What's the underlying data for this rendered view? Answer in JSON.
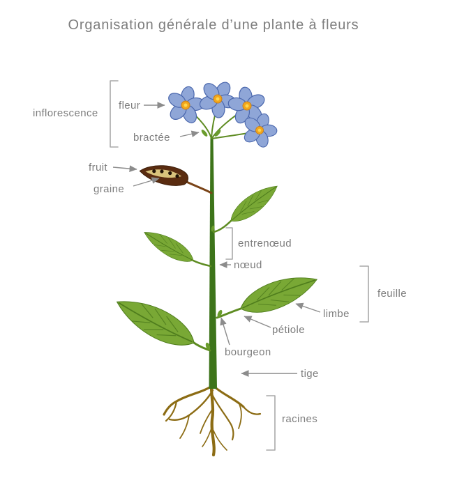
{
  "title": "Organisation générale d’une plante à fleurs",
  "labels": {
    "inflorescence": "inflorescence",
    "fleur": "fleur",
    "bractee": "bractée",
    "fruit": "fruit",
    "graine": "graine",
    "entrenoeud": "entrenœud",
    "noeud": "nœud",
    "feuille": "feuille",
    "limbe": "limbe",
    "petiole": "pétiole",
    "bourgeon": "bourgeon",
    "tige": "tige",
    "racines": "racines"
  },
  "colors": {
    "text": "#7d7d7d",
    "arrow": "#8c8c8c",
    "bracket": "#a9a9a9",
    "leaf": "#79a835",
    "leaf_vein": "#4f7d1d",
    "stem": "#3d741a",
    "stem_light": "#5e8c22",
    "bud": "#6a9c2c",
    "flower_petal": "#8fa6d7",
    "flower_petal_edge": "#4a67ad",
    "flower_center": "#f3a61c",
    "flower_center_dot": "#ffd84d",
    "fruit": "#5a2c10",
    "fruit_slit": "#d9c37c",
    "seed": "#201206",
    "fruit_stalk": "#7a4418",
    "root": "#8c6c14"
  }
}
